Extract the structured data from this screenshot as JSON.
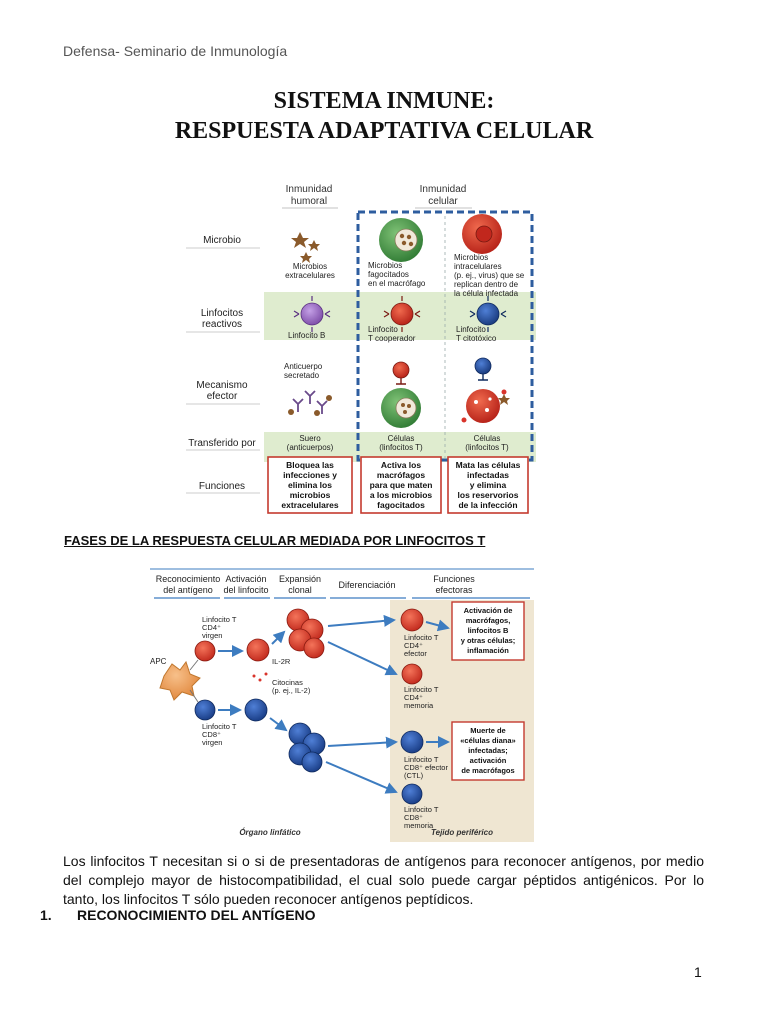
{
  "header": {
    "note": "Defensa- Seminario de Inmunología"
  },
  "title": {
    "line1": "SISTEMA INMUNE:",
    "line2": "RESPUESTA ADAPTATIVA CELULAR"
  },
  "figure1": {
    "col_humoral": [
      "Inmunidad",
      "humoral"
    ],
    "col_celular": [
      "Inmunidad",
      "celular"
    ],
    "rows": {
      "microbio": [
        "Microbio"
      ],
      "linfocitos": [
        "Linfocitos",
        "reactivos"
      ],
      "mecanismo": [
        "Mecanismo",
        "efector"
      ],
      "transferido": [
        "Transferido por"
      ],
      "funciones": [
        "Funciones"
      ]
    },
    "microbe_labels": {
      "humoral": [
        "Microbios",
        "extracelulares"
      ],
      "cd4": [
        "Microbios",
        "fagocitados",
        "en el macrófago"
      ],
      "cd8": [
        "Microbios",
        "intracelulares",
        "(p. ej., virus) que se",
        "replican dentro de",
        "la célula infectada"
      ]
    },
    "lymph_labels": {
      "humoral": [
        "Linfocito B"
      ],
      "cd4": [
        "Linfocito",
        "T cooperador"
      ],
      "cd8": [
        "Linfocito",
        "T citotóxico"
      ]
    },
    "anticuerpo": [
      "Anticuerpo",
      "secretado"
    ],
    "transfer_labels": {
      "humoral": [
        "Suero",
        "(anticuerpos)"
      ],
      "cd4": [
        "Células",
        "(linfocitos T)"
      ],
      "cd8": [
        "Células",
        "(linfocitos T)"
      ]
    },
    "functions": {
      "humoral": [
        "Bloquea las",
        "infecciones y",
        "elimina los",
        "microbios",
        "extracelulares"
      ],
      "cd4": [
        "Activa los",
        "macrófagos",
        "para que maten",
        "a los microbios",
        "fagocitados"
      ],
      "cd8": [
        "Mata las células",
        "infectadas",
        "y elimina",
        "los reservorios",
        "de la infección"
      ]
    }
  },
  "section_heading": "FASES DE LA RESPUESTA CELULAR MEDIADA POR LINFOCITOS T",
  "figure2": {
    "phases": [
      [
        "Reconocimiento",
        "del antígeno"
      ],
      [
        "Activación",
        "del linfocito"
      ],
      [
        "Expansión",
        "clonal"
      ],
      [
        "Diferenciación"
      ],
      [
        "Funciones",
        "efectoras"
      ]
    ],
    "apc": "APC",
    "cd4_virgin": [
      "Linfocito T",
      "CD4⁺",
      "virgen"
    ],
    "cd8_virgin": [
      "Linfocito T",
      "CD8⁺",
      "virgen"
    ],
    "il2r": "IL-2R",
    "citocinas": [
      "Citocinas",
      "(p. ej., IL-2)"
    ],
    "cd4_efector": [
      "Linfocito T",
      "CD4⁺",
      "efector"
    ],
    "cd4_memoria": [
      "Linfocito T",
      "CD4⁺",
      "memoria"
    ],
    "cd8_efector": [
      "Linfocito T",
      "CD8⁺ efector",
      "(CTL)"
    ],
    "cd8_memoria": [
      "Linfocito T",
      "CD8⁺",
      "memoria"
    ],
    "box_cd4": [
      "Activación de",
      "macrófagos,",
      "linfocitos B",
      "y otras células;",
      "inflamación"
    ],
    "box_cd8": [
      "Muerte de",
      "«células diana»",
      "infectadas;",
      "activación",
      "de macrófagos"
    ],
    "organo": "Órgano linfático",
    "tejido": "Tejido periférico"
  },
  "paragraph": "Los linfocitos T  necesitan si o si de presentadoras de antígenos para reconocer antígenos, por medio del complejo mayor de histocompatibilidad, el cual solo puede cargar péptidos antigénicos. Por lo tanto, los linfocitos T sólo pueden reconocer antígenos peptídicos.",
  "numbered": {
    "number": "1.",
    "text": "RECONOCIMIENTO DEL ANTÍGENO"
  },
  "page_number": "1",
  "colors": {
    "green_band": "#dfeccf",
    "dash_blue": "#2e5d9f",
    "red_cell": "#d9342b",
    "blue_cell": "#1f4e9c",
    "tissue": "#efe6d2"
  }
}
